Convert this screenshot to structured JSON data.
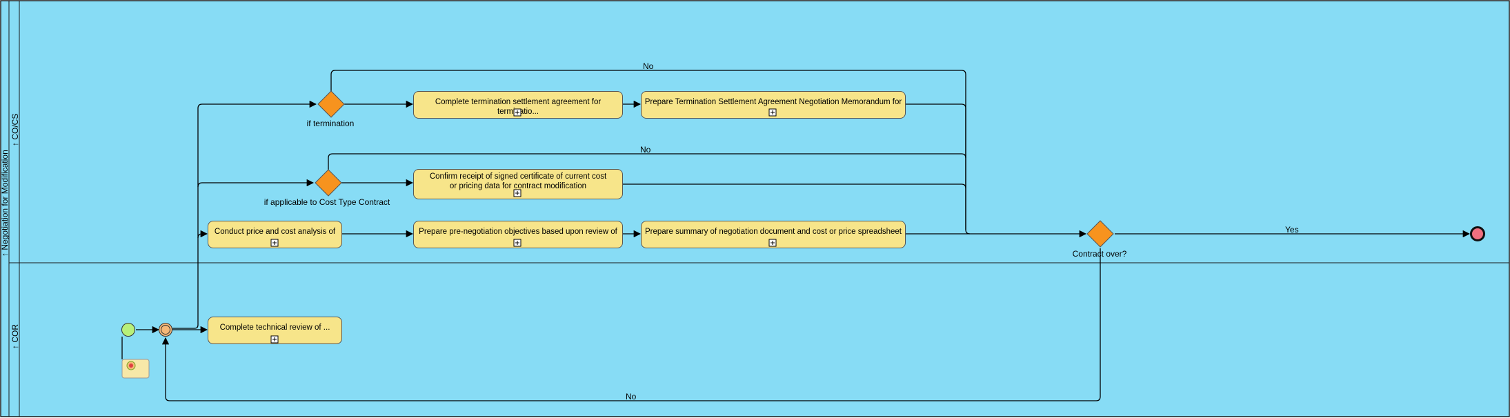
{
  "pool": {
    "name": "Negotiation for Modification",
    "lanes": [
      {
        "id": "cocs",
        "name": "CO/CS"
      },
      {
        "id": "cor",
        "name": "COR"
      }
    ]
  },
  "tasks": {
    "t_termination": "Complete termination settlement agreement for terminatio...",
    "t_prepare_termination": "Prepare Termination Settlement Agreement Negotiation Memorandum for ...",
    "t_confirm": "Confirm receipt of signed certificate of current cost or pricing data for contract modification",
    "t_conduct": "Conduct price and cost analysis of ...",
    "t_prenegotiation": "Prepare pre-negotiation objectives based upon review of ...",
    "t_summary": "Prepare summary of negotiation document and cost or price spreadsheet ...",
    "t_technical": "Complete technical review of ..."
  },
  "gateways": {
    "g_termination": "if termination",
    "g_costtype": "if applicable to Cost Type Contract",
    "g_contract_over": "Contract over?"
  },
  "flows": {
    "no_termination": "No",
    "no_costtype": "No",
    "yes_end": "Yes",
    "no_loop": "No"
  },
  "colors": {
    "pool_fill": "#87DCF5",
    "border": "#1a1a1a",
    "task_fill": "#F7E58A",
    "gateway_fill": "#F7931E",
    "start_fill": "#B8F07A",
    "intermediate_fill": "#F5B878",
    "end_fill": "#F07080"
  }
}
